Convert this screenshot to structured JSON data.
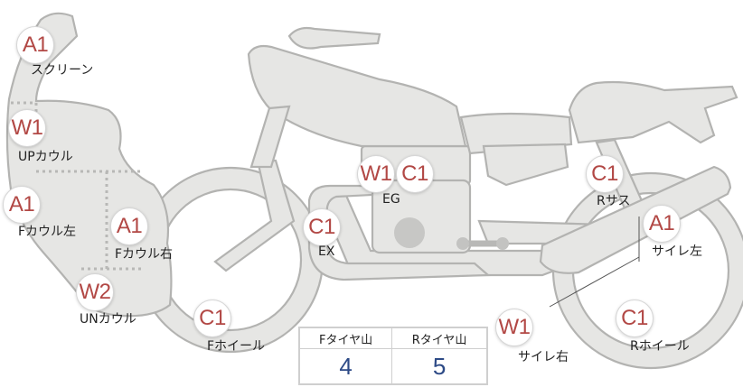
{
  "parts": {
    "screen": {
      "grade": "A1",
      "label": "スクリーン"
    },
    "up_cowl": {
      "grade": "W1",
      "label": "UPカウル"
    },
    "f_cowl_left": {
      "grade": "A1",
      "label": "Fカウル左"
    },
    "f_cowl_right": {
      "grade": "A1",
      "label": "Fカウル右"
    },
    "un_cowl": {
      "grade": "W2",
      "label": "UNカウル"
    },
    "f_wheel": {
      "grade": "C1",
      "label": "Fホイール"
    },
    "exhaust": {
      "grade": "C1",
      "label": "EX"
    },
    "engine": {
      "grade_a": "W1",
      "grade_b": "C1",
      "label": "EG"
    },
    "r_suspension": {
      "grade": "C1",
      "label": "Rサス"
    },
    "silencer_left": {
      "grade": "A1",
      "label": "サイレ左"
    },
    "silencer_right": {
      "grade": "W1",
      "label": "サイレ右"
    },
    "r_wheel": {
      "grade": "C1",
      "label": "Rホイール"
    }
  },
  "tread_table": {
    "front_header": "Fタイヤ山",
    "rear_header": "Rタイヤ山",
    "front_value": "4",
    "rear_value": "5"
  }
}
